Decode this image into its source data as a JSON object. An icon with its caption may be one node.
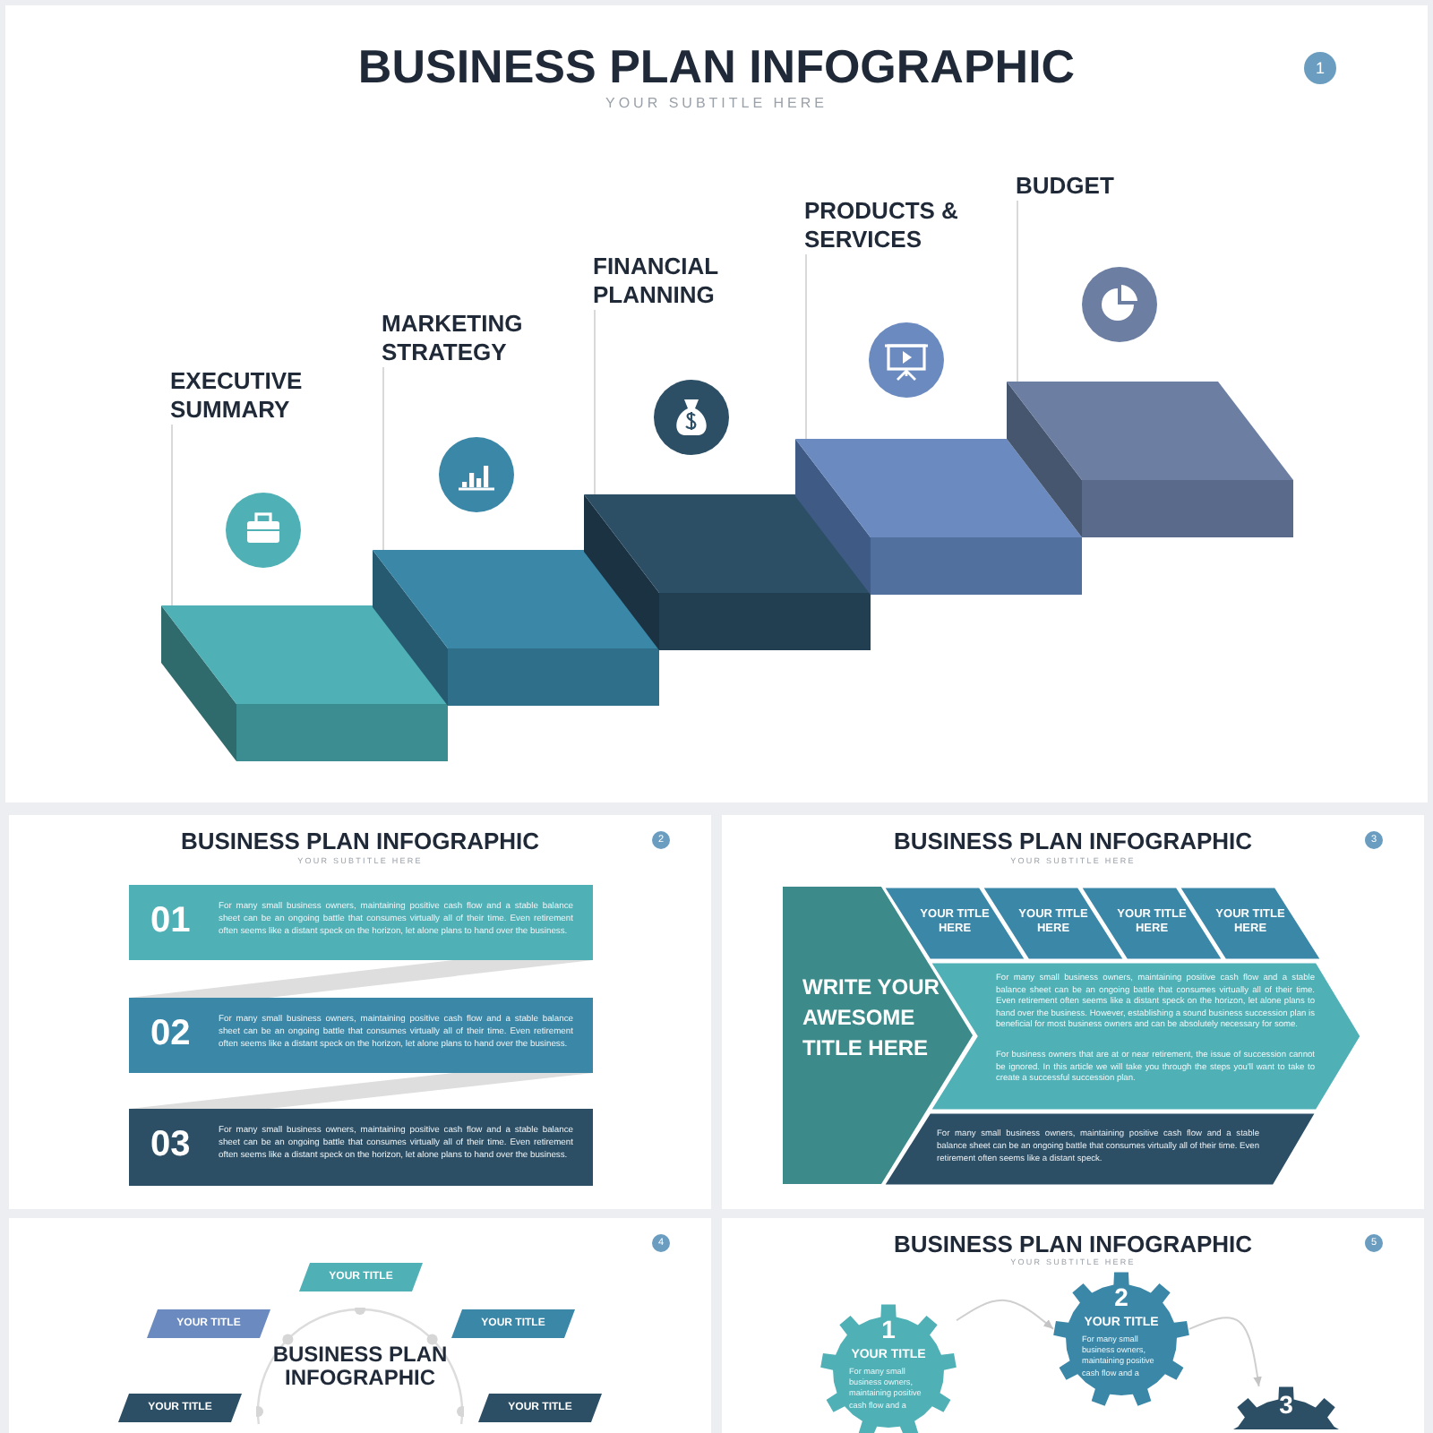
{
  "diagram": {
    "nodes": [
      {
        "text": [
          "BUSINESS PLAN INFOGRAPHIC",
          "YOUR SUBTITLE HERE"
        ]
      },
      {
        "text": [
          "1"
        ],
        "in": 0
      },
      {
        "text": [
          "EXECUTIVE SUMMARY"
        ],
        "in": 0
      },
      {
        "text": [],
        "shape": "box",
        "in": 0
      },
      {
        "text": [
          "MARKETING STRATEGY"
        ],
        "in": 0
      },
      {
        "text": [],
        "shape": "box",
        "in": 0
      },
      {
        "text": [
          "FINANCIAL PLANNING"
        ],
        "in": 0
      },
      {
        "text": [],
        "shape": "box",
        "in": 0
      },
      {
        "text": [
          "PRODUCTS & SERVICES"
        ],
        "in": 0
      },
      {
        "text": [],
        "shape": "box",
        "in": 0
      },
      {
        "text": [
          "BUDGET"
        ],
        "in": 0
      },
      {
        "text": [],
        "shape": "box",
        "in": 0
      },
      {
        "text": [
          "BUSINESS PLAN INFOGRAPHIC",
          "YOUR SUBTITLE HERE"
        ]
      },
      {
        "text": [
          "2"
        ],
        "in": 12
      },
      {
        "text": [
          "01",
          "For many small business owners, maintaining positive cash flow and a stable balance sheet can be an ongoing battle that consumes virtually all of their time. Even retirement often seems like a distant speck on the horizon, let alone plans to hand over the business."
        ],
        "in": 12
      },
      {
        "text": [
          "02",
          "For many small business owners, maintaining positive cash flow and a stable balance sheet can be an ongoing battle that consumes virtually all of their time. Even retirement often seems like a distant speck on the horizon, let alone plans to hand over the business."
        ],
        "in": 12
      },
      {
        "text": [
          "03",
          "For many small business owners, maintaining positive cash flow and a stable balance sheet can be an ongoing battle that consumes virtually all of their time. Even retirement often seems like a distant speck on the horizon, let alone plans to hand over the business."
        ],
        "in": 12
      },
      {
        "text": [
          "BUSINESS PLAN INFOGRAPHIC",
          "YOUR SUBTITLE HERE"
        ]
      },
      {
        "text": [
          "3"
        ],
        "in": 17
      },
      {
        "text": [
          "WRITE YOUR AWESOME TITLE HERE"
        ],
        "in": 17
      },
      {
        "text": [
          "YOUR TITLE HERE"
        ],
        "in": 17
      },
      {
        "text": [
          "YOUR TITLE HERE"
        ],
        "in": 17
      },
      {
        "text": [
          "YOUR TITLE HERE"
        ],
        "in": 17
      },
      {
        "text": [
          "YOUR TITLE HERE"
        ],
        "in": 17
      },
      {
        "text": [
          "For many small business owners, maintaining positive cash flow and a stable balance sheet can be an ongoing battle that consumes virtually all of their time. Even retirement often seems like a distant speck on the horizon, let alone plans to hand over the business. However, establishing a sound business succession plan is beneficial for most business owners and can be absolutely necessary for some.",
          "For business owners that are at or near retirement, the issue of succession cannot be ignored. In this article we will take you through the steps you'll want to take to create a successful succession plan."
        ],
        "in": 17
      },
      {
        "text": [
          "For many small business owners, maintaining positive cash flow and a stable balance sheet can be an ongoing battle that consumes virtually all of their time. Even retirement often seems like a distant speck."
        ],
        "in": 17
      },
      {
        "text": [],
        "shape": "box"
      },
      {
        "text": [
          "4"
        ],
        "in": 26
      },
      {
        "text": [
          "YOUR TITLE"
        ],
        "in": 26
      },
      {
        "text": [
          "YOUR TITLE"
        ],
        "in": 26
      },
      {
        "text": [
          "YOUR TITLE"
        ],
        "in": 26
      },
      {
        "text": [
          "YOUR TITLE"
        ],
        "in": 26
      },
      {
        "text": [
          "YOUR TITLE"
        ],
        "in": 26
      },
      {
        "text": [
          "BUSINESS PLAN INFOGRAPHIC"
        ],
        "in": 26
      },
      {
        "text": [
          "BUSINESS PLAN INFOGRAPHIC",
          "YOUR SUBTITLE HERE"
        ]
      },
      {
        "text": [
          "5"
        ],
        "in": 34
      },
      {
        "text": [
          "1",
          "YOUR TITLE",
          "For many small business owners, maintaining positive cash flow and a"
        ],
        "in": 34
      },
      {
        "text": [
          "2",
          "YOUR TITLE",
          "For many small business owners, maintaining positive cash flow and a"
        ],
        "in": 34
      },
      {
        "text": [
          "3"
        ],
        "in": 34
      },
      {
        "text": [],
        "shape": "ribbon",
        "in": 12
      },
      {
        "text": [],
        "shape": "ribbon",
        "in": 12
      }
    ],
    "edges": [
      {
        "from": 2,
        "to": 3,
        "arrow": "none"
      },
      {
        "from": 4,
        "to": 5,
        "arrow": "none"
      },
      {
        "from": 6,
        "to": 7,
        "arrow": "none"
      },
      {
        "from": 8,
        "to": 9,
        "arrow": "none"
      },
      {
        "from": 10,
        "to": 11,
        "arrow": "none"
      },
      {
        "from": 36,
        "to": 37,
        "arrow": "to"
      },
      {
        "from": 37,
        "to": 38,
        "arrow": "to"
      }
    ]
  }
}
